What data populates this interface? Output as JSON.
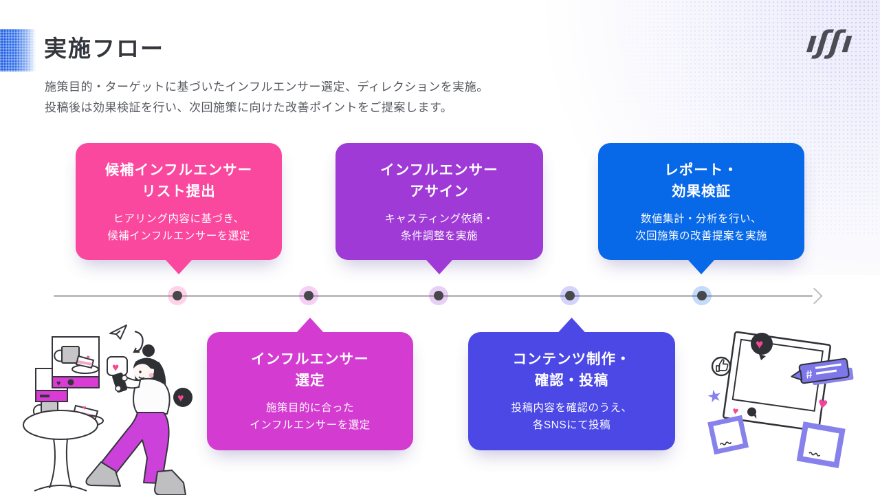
{
  "header": {
    "title": "実施フロー",
    "description_lines": [
      "施策目的・ターゲットに基づいたインフルエンサー選定、ディレクションを実施。",
      "投稿後は効果検証を行い、次回施策に向けた改善ポイントをご提案します。"
    ],
    "logo_mark": "ıʃʃı"
  },
  "steps": [
    {
      "position": "top",
      "color": "#F9489E",
      "title_lines": [
        "候補インフルエンサー",
        "リスト提出"
      ],
      "body_lines": [
        "ヒアリング内容に基づき、",
        "候補インフルエンサーを選定"
      ]
    },
    {
      "position": "bottom",
      "color": "#D43CD1",
      "title_lines": [
        "インフルエンサー",
        "選定"
      ],
      "body_lines": [
        "施策目的に合った",
        "インフルエンサーを選定"
      ]
    },
    {
      "position": "top",
      "color": "#9F3AD6",
      "title_lines": [
        "インフルエンサー",
        "アサイン"
      ],
      "body_lines": [
        "キャスティング依頼・",
        "条件調整を実施"
      ]
    },
    {
      "position": "bottom",
      "color": "#4B48E5",
      "title_lines": [
        "コンテンツ制作・",
        "確認・投稿"
      ],
      "body_lines": [
        "投稿内容を確認のうえ、",
        "各SNSにて投稿"
      ]
    },
    {
      "position": "top",
      "color": "#0768E8",
      "title_lines": [
        "レポート・",
        "効果検証"
      ],
      "body_lines": [
        "数値集計・分析を行い、",
        "次回施策の改善提案を実施"
      ]
    }
  ],
  "timeline": {
    "line_color": "#BCBCC1",
    "dot_color": "#47474C",
    "direction": "left-to-right"
  },
  "colors": {
    "title_text": "#33363C",
    "body_text": "#55575E",
    "accent_blue": "#1557E2",
    "illustration_magenta": "#CC41D9",
    "illustration_pink": "#F5478F",
    "illustration_purple": "#8781EC",
    "illustration_dark": "#2F3136"
  }
}
